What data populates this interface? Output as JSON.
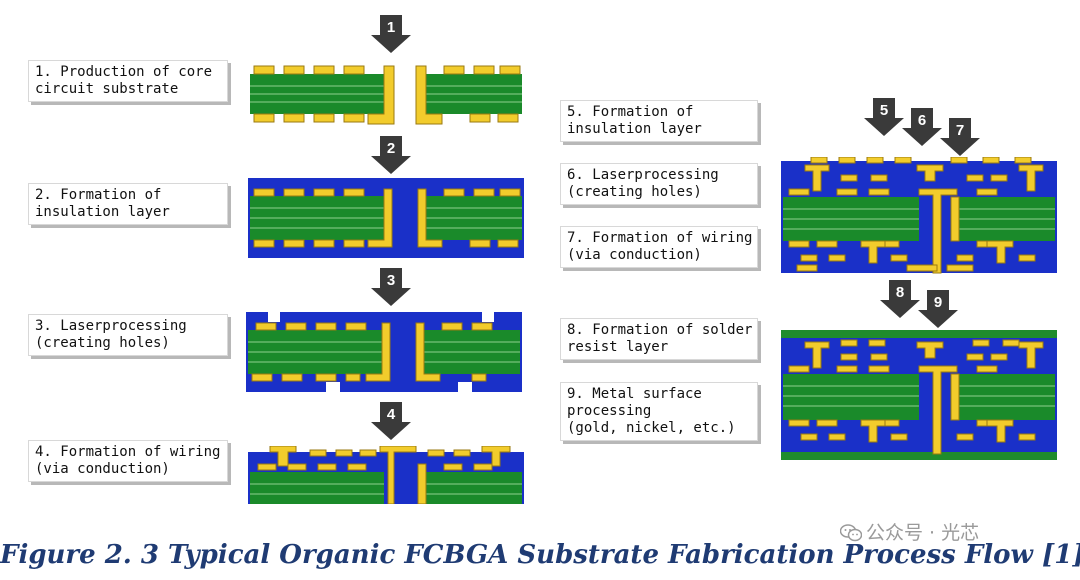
{
  "steps": [
    {
      "number": "1",
      "lines": [
        "1. Production of core",
        "circuit substrate"
      ]
    },
    {
      "number": "2",
      "lines": [
        "2. Formation of",
        "insulation layer"
      ]
    },
    {
      "number": "3",
      "lines": [
        "3. Laserprocessing",
        "(creating holes)"
      ]
    },
    {
      "number": "4",
      "lines": [
        "4. Formation of wiring",
        "(via conduction)"
      ]
    },
    {
      "number": "5",
      "lines": [
        "5. Formation of",
        "insulation layer"
      ]
    },
    {
      "number": "6",
      "lines": [
        "6. Laserprocessing",
        "(creating holes)"
      ]
    },
    {
      "number": "7",
      "lines": [
        "7. Formation of wiring",
        "(via conduction)"
      ]
    },
    {
      "number": "8",
      "lines": [
        "8. Formation of solder",
        "resist layer"
      ]
    },
    {
      "number": "9",
      "lines": [
        "9. Metal surface",
        "processing",
        "(gold, nickel, etc.)"
      ]
    }
  ],
  "caption": "Figure 2. 3 Typical Organic FCBGA Substrate Fabrication Process Flow [1]",
  "watermark": "公众号 · 光芯",
  "colors": {
    "core": "#1a8a2a",
    "core_line": "#8fd08f",
    "insulation": "#1a30c8",
    "copper": "#f2cc2c",
    "copper_edge": "#9a7a10",
    "solder_resist": "#1f8c2c",
    "arrow": "#3a3a3a",
    "caption": "#1f3b73"
  }
}
